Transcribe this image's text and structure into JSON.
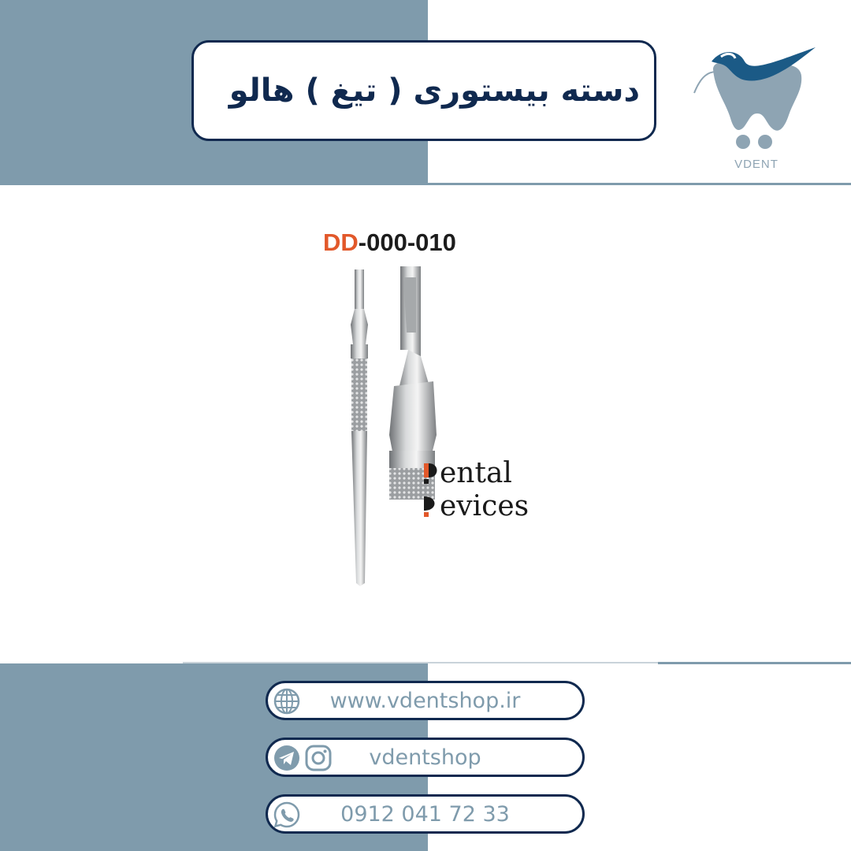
{
  "header": {
    "title": "دسته بیستوری ( تیغ ) هالو"
  },
  "logo": {
    "label": "VDENT",
    "icon": "tooth-cart-logo"
  },
  "product": {
    "code_prefix": "DD",
    "code_suffix": "-000-010",
    "brand_line1": "ental",
    "brand_line2": "evices",
    "image": "scalpel-handle-photo"
  },
  "contacts": {
    "website": "www.vdentshop.ir",
    "social": "vdentshop",
    "phone": "0912 041 72 33",
    "icons": [
      "globe-icon",
      "telegram-icon",
      "instagram-icon",
      "whatsapp-icon"
    ]
  },
  "colors": {
    "panel": "#7f9bac",
    "navy": "#10294f",
    "accent": "#e2582a",
    "logo_blue": "#1b5a86"
  }
}
